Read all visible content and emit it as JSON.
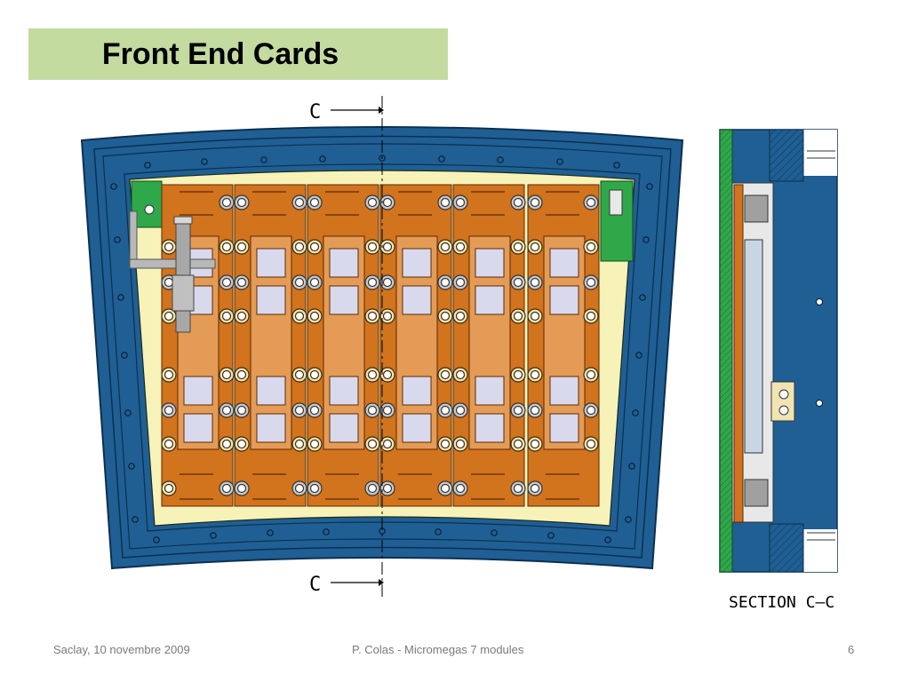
{
  "slide": {
    "title": "Front End Cards"
  },
  "figure": {
    "section_marker": "C",
    "section_caption": "SECTION C–C"
  },
  "footer": {
    "left": "Saclay, 10 novembre 2009",
    "center": "P. Colas -  Micromegas 7 modules",
    "page_number": "6"
  },
  "colors": {
    "title_band": "#c4dba0",
    "frame_blue": "#1f5f94",
    "frame_edge": "#0d2f50",
    "inner_yellow": "#f7f2b8",
    "card_orange": "#d2731d",
    "card_light": "#e49b55",
    "pad_lilac": "#d9d9ee",
    "pcb_green": "#2fa84a"
  }
}
